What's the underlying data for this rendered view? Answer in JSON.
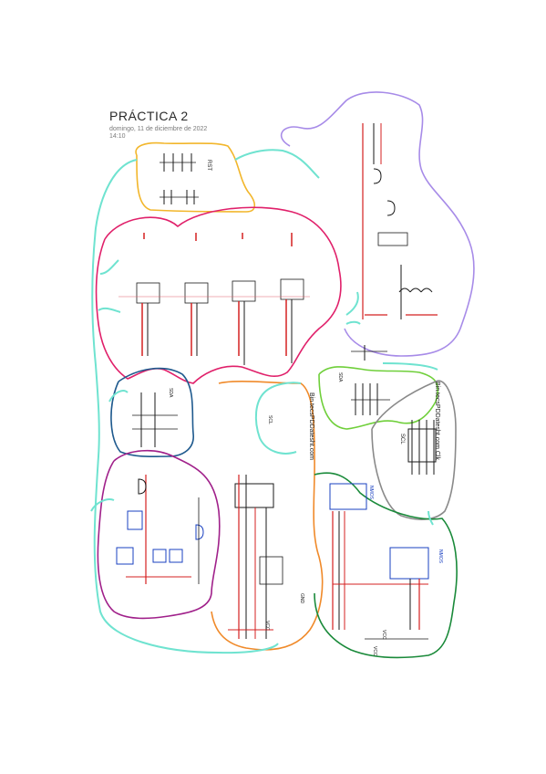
{
  "header": {
    "title": "PRÁCTICA 2",
    "date": "domingo, 11 de diciembre de 2022",
    "time": "14:10"
  },
  "labels": {
    "rst": "RST",
    "sda": "SDA",
    "scl_a": "SCL",
    "sda_a": "SDA",
    "watermark_1": "Bin.tecsPDDatesht.com",
    "watermark_2": "Bin.tecsPDDatesht.com Clk",
    "scl_b": "SCL",
    "vcc": "VCC",
    "gnd": "GND",
    "vcc2": "VCC",
    "nmos_1": "NMOS",
    "nmos_2": "NMOS",
    "vcc3": "VCC"
  },
  "colors": {
    "teal": "#6fe3d0",
    "purple": "#a78be8",
    "magenta": "#e0206a",
    "orange_yellow": "#f2b62b",
    "blue": "#1f5a8e",
    "purple_dark": "#a0208a",
    "orange": "#f08a2a",
    "green": "#4fb83a",
    "green_dark": "#1a8a3a",
    "gray": "#8a8a8a",
    "red": "#d42020",
    "ink": "#1a1a1a"
  }
}
